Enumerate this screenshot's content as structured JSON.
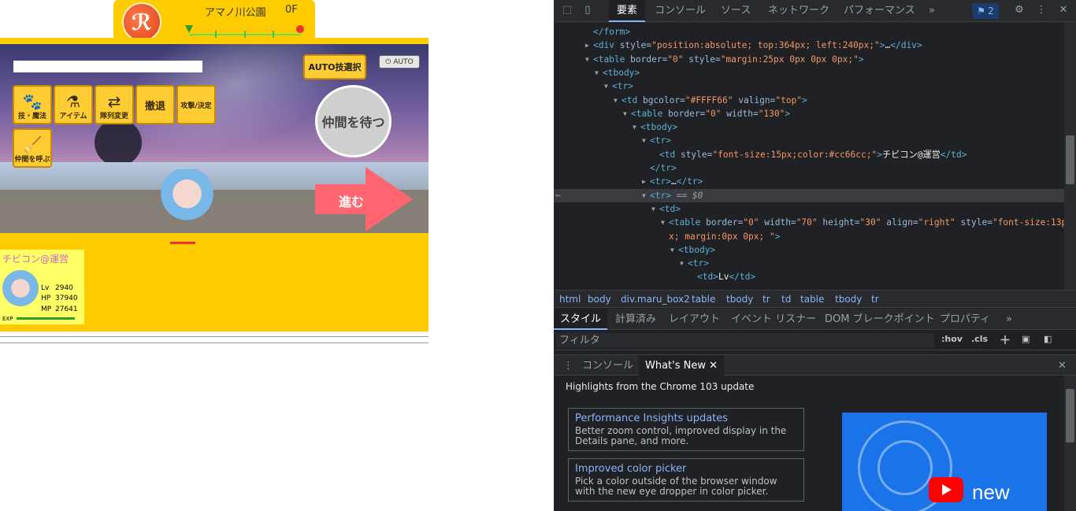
{
  "game": {
    "location": "アマノ川公園",
    "floor": "0F",
    "logo_icon": "game-logo-icon",
    "auto_select_label": "AUTO技選択",
    "auto_toggle_label": "AUTO",
    "commands": [
      {
        "label": "技・魔法",
        "icon": "paw-icon"
      },
      {
        "label": "アイテム",
        "icon": "potion-icon"
      },
      {
        "label": "隊列変更",
        "icon": "swap-arrows-icon"
      },
      {
        "label": "撤退",
        "icon": ""
      },
      {
        "label": "攻撃/決定",
        "icon": ""
      },
      {
        "label": "仲間を呼ぶ",
        "icon": "broom-icon"
      }
    ],
    "wait_label": "仲間を待つ",
    "advance_label": "進む",
    "party": {
      "name": "チビコン@運営",
      "stats": [
        {
          "label": "Lv",
          "value": "2940"
        },
        {
          "label": "HP",
          "value": "37940"
        },
        {
          "label": "MP",
          "value": "27641"
        }
      ],
      "exp_label": "EXP"
    }
  },
  "devtools": {
    "tabs": [
      "要素",
      "コンソール",
      "ソース",
      "ネットワーク",
      "パフォーマンス"
    ],
    "more_tabs": "»",
    "issues_count": "2",
    "code_lines": [
      {
        "indent": 0,
        "segments": [
          [
            "tag",
            "</form>"
          ]
        ]
      },
      {
        "indent": 0,
        "tri": "▶",
        "segments": [
          [
            "tag",
            "<div "
          ],
          [
            "attr",
            "style="
          ],
          [
            "aval",
            "\"position:absolute; top:364px; left:240px;\""
          ],
          [
            "tag",
            ">"
          ],
          [
            "txt",
            "…"
          ],
          [
            "tag",
            "</div>"
          ]
        ]
      },
      {
        "indent": 0,
        "tri": "▼",
        "segments": [
          [
            "tag",
            "<table "
          ],
          [
            "attr",
            "border="
          ],
          [
            "aval",
            "\"0\""
          ],
          [
            "attr",
            " style="
          ],
          [
            "aval",
            "\"margin:25px 0px 0px 0px;\""
          ],
          [
            "tag",
            ">"
          ]
        ]
      },
      {
        "indent": 1,
        "tri": "▼",
        "segments": [
          [
            "tag",
            "<tbody>"
          ]
        ]
      },
      {
        "indent": 2,
        "tri": "▼",
        "segments": [
          [
            "tag",
            "<tr>"
          ]
        ]
      },
      {
        "indent": 3,
        "tri": "▼",
        "segments": [
          [
            "tag",
            "<td "
          ],
          [
            "attr",
            "bgcolor="
          ],
          [
            "aval",
            "\"#FFFF66\""
          ],
          [
            "attr",
            " valign="
          ],
          [
            "aval",
            "\"top\""
          ],
          [
            "tag",
            ">"
          ]
        ]
      },
      {
        "indent": 4,
        "tri": "▼",
        "segments": [
          [
            "tag",
            "<table "
          ],
          [
            "attr",
            "border="
          ],
          [
            "aval",
            "\"0\""
          ],
          [
            "attr",
            " width="
          ],
          [
            "aval",
            "\"130\""
          ],
          [
            "tag",
            ">"
          ]
        ]
      },
      {
        "indent": 5,
        "tri": "▼",
        "segments": [
          [
            "tag",
            "<tbody>"
          ]
        ]
      },
      {
        "indent": 6,
        "tri": "▼",
        "segments": [
          [
            "tag",
            "<tr>"
          ]
        ]
      },
      {
        "indent": 7,
        "segments": [
          [
            "tag",
            "<td "
          ],
          [
            "attr",
            "style="
          ],
          [
            "aval",
            "\"font-size:15px;color:#cc66cc;\""
          ],
          [
            "tag",
            ">"
          ],
          [
            "txt",
            "チビコン@運営"
          ],
          [
            "tag",
            "</td>"
          ]
        ]
      },
      {
        "indent": 6,
        "segments": [
          [
            "tag",
            "</tr>"
          ]
        ]
      },
      {
        "indent": 6,
        "tri": "▶",
        "segments": [
          [
            "tag",
            "<tr>"
          ],
          [
            "txt",
            "…"
          ],
          [
            "tag",
            "</tr>"
          ]
        ]
      },
      {
        "indent": 6,
        "tri": "▼",
        "selected": true,
        "segments": [
          [
            "tag",
            "<tr>"
          ],
          [
            "eq",
            " == $0"
          ]
        ]
      },
      {
        "indent": 7,
        "tri": "▼",
        "segments": [
          [
            "tag",
            "<td>"
          ]
        ]
      },
      {
        "indent": 8,
        "tri": "▼",
        "segments": [
          [
            "tag",
            "<table "
          ],
          [
            "attr",
            "border="
          ],
          [
            "aval",
            "\"0\""
          ],
          [
            "attr",
            " width="
          ],
          [
            "aval",
            "\"70\""
          ],
          [
            "attr",
            " height="
          ],
          [
            "aval",
            "\"30\""
          ],
          [
            "attr",
            " align="
          ],
          [
            "aval",
            "\"right\""
          ],
          [
            "attr",
            " style="
          ],
          [
            "aval",
            "\"font-size:13p"
          ]
        ]
      },
      {
        "indent": 8,
        "segments": [
          [
            "aval",
            "x; margin:0px 0px; \""
          ],
          [
            "tag",
            ">"
          ]
        ]
      },
      {
        "indent": 9,
        "tri": "▼",
        "segments": [
          [
            "tag",
            "<tbody>"
          ]
        ]
      },
      {
        "indent": 10,
        "tri": "▼",
        "segments": [
          [
            "tag",
            "<tr>"
          ]
        ]
      },
      {
        "indent": 11,
        "segments": [
          [
            "tag",
            "<td>"
          ],
          [
            "txt",
            "Lv"
          ],
          [
            "tag",
            "</td>"
          ]
        ]
      }
    ],
    "breadcrumbs": [
      "html",
      "body",
      "div.maru_box2",
      "table",
      "tbody",
      "tr",
      "td",
      "table",
      "tbody",
      "tr"
    ],
    "panel_tabs": [
      "スタイル",
      "計算済み",
      "レイアウト",
      "イベント リスナー",
      "DOM ブレークポイント",
      "プロパティ"
    ],
    "filter_placeholder": "フィルタ",
    "hov_label": ":hov",
    "cls_label": ".cls",
    "drawer_tabs": [
      "コンソール",
      "What's New"
    ],
    "whats_new": {
      "headline": "Highlights from the Chrome 103 update",
      "cards": [
        {
          "title": "Performance Insights updates",
          "desc": "Better zoom control, improved display in the Details pane, and more."
        },
        {
          "title": "Improved color picker",
          "desc": "Pick a color outside of the browser window with the new eye dropper in color picker."
        }
      ],
      "promo_text": "new"
    }
  }
}
